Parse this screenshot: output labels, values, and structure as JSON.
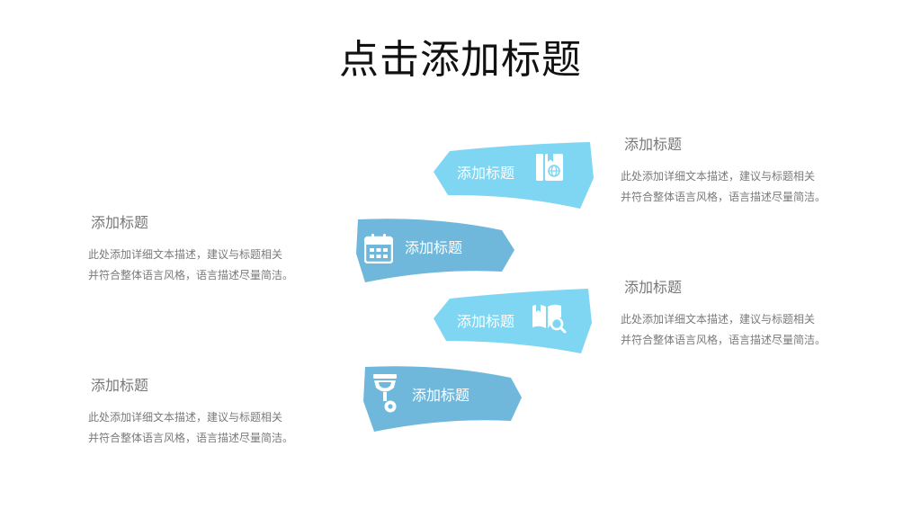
{
  "slide": {
    "title": "点击添加标题"
  },
  "colors": {
    "light_blue": "#7fd6f2",
    "mid_blue": "#6fb8dc",
    "text_gray": "#7a7a7a"
  },
  "ribbons": [
    {
      "label": "添加标题",
      "icon": "passport-globe-icon"
    },
    {
      "label": "添加标题",
      "icon": "calendar-icon"
    },
    {
      "label": "添加标题",
      "icon": "book-search-icon"
    },
    {
      "label": "添加标题",
      "icon": "chalice-gear-icon"
    }
  ],
  "blocks": [
    {
      "heading": "添加标题",
      "line1": "此处添加详细文本描述，建议与标题相关",
      "line2": "并符合整体语言风格，语言描述尽量简洁。"
    },
    {
      "heading": "添加标题",
      "line1": "此处添加详细文本描述，建议与标题相关",
      "line2": "并符合整体语言风格，语言描述尽量简洁。"
    },
    {
      "heading": "添加标题",
      "line1": "此处添加详细文本描述，建议与标题相关",
      "line2": "并符合整体语言风格，语言描述尽量简洁。"
    },
    {
      "heading": "添加标题",
      "line1": "此处添加详细文本描述，建议与标题相关",
      "line2": "并符合整体语言风格，语言描述尽量简洁。"
    }
  ]
}
